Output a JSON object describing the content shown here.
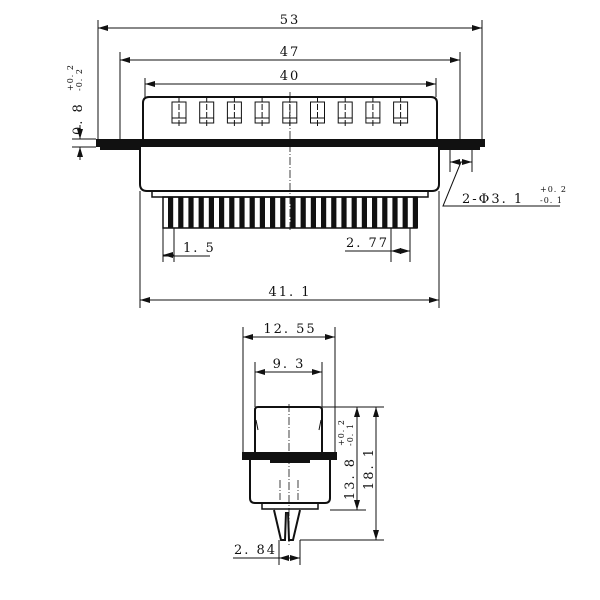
{
  "drawing": {
    "top_view": {
      "overall_width": "53",
      "mounting_hole_spacing": "47",
      "shell_width": "40",
      "flange_thickness": "0. 8",
      "flange_thickness_tol_upper": "+0. 2",
      "flange_thickness_tol_lower": "-0. 2",
      "hole_spec": "2-Φ3. 1",
      "hole_tol_upper": "+0. 2",
      "hole_tol_lower": "-0. 1",
      "pin_width": "1. 5",
      "pin_pitch": "2. 77",
      "body_width": "41. 1"
    },
    "side_view": {
      "flange_depth": "12. 55",
      "shell_depth": "9. 3",
      "body_height": "13. 8",
      "body_height_tol_upper": "+0. 2",
      "body_height_tol_lower": "-0. 1",
      "overall_height": "18. 1",
      "pin_spacing": "2. 84"
    }
  }
}
